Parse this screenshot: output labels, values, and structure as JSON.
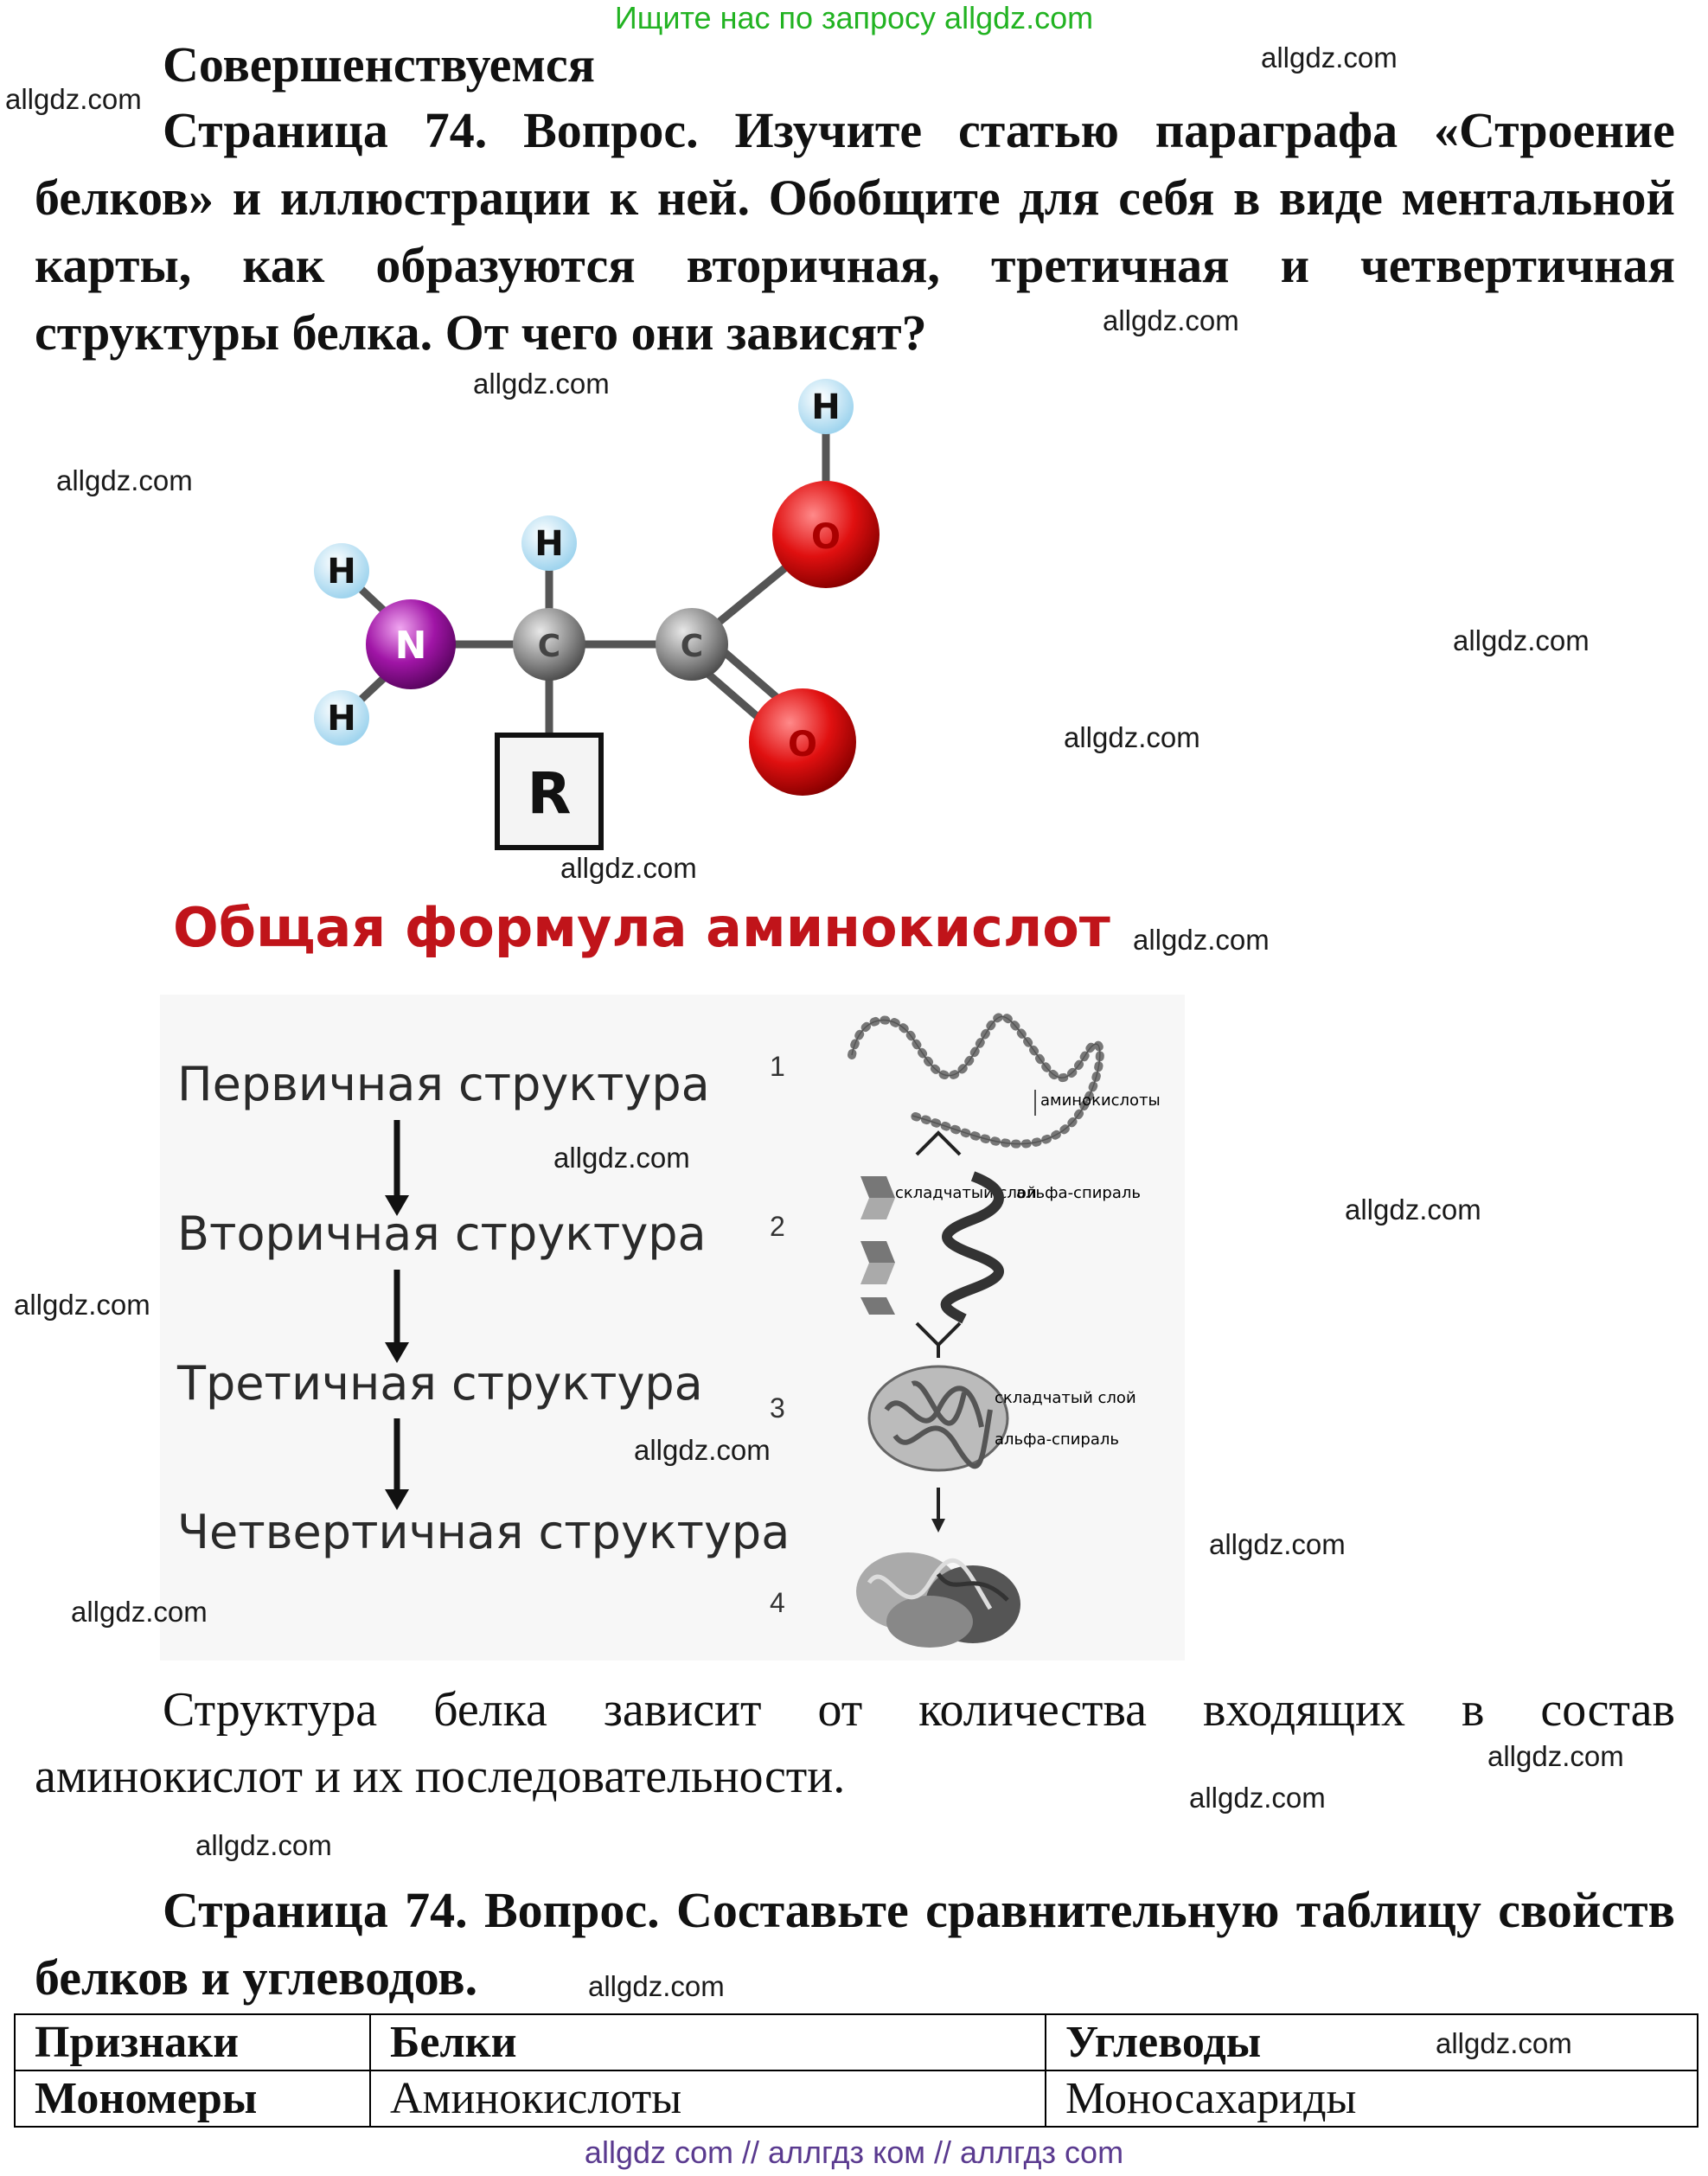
{
  "banner_top": "Ищите нас по запросу allgdz.com",
  "banner_bottom": "allgdz com  //  аллгдз ком  //  аллгдз com",
  "section_title": "Совершенствуемся",
  "question1": {
    "line1": [
      "Страница",
      "74.",
      "Вопрос.",
      "Изучите",
      "статью",
      "параграфа",
      "«Строение"
    ],
    "line2": [
      "белков»",
      "и",
      "иллюстрации",
      "к",
      "ней.",
      "Обобщите",
      "для",
      "себя",
      "в",
      "виде",
      "ментальной"
    ],
    "line3": [
      "карты,",
      "как",
      "образуются",
      "вторичная,",
      "третичная",
      "и",
      "четвертичная"
    ],
    "line4": "структуры белка. От чего они зависят?"
  },
  "amino_figure": {
    "caption": "Общая формула аминокислот",
    "atoms": {
      "h": "H",
      "n": "N",
      "c": "C",
      "o": "O",
      "r": "R"
    }
  },
  "structure_figure": {
    "levels": [
      "Первичная структура",
      "Вторичная структура",
      "Третичная структура",
      "Четвертичная структура"
    ],
    "numbers": [
      "1",
      "2",
      "3",
      "4"
    ],
    "labels": {
      "amino": "аминокислоты",
      "sheet": "складчатый слой",
      "helix": "альфа-спираль",
      "sheet3": "складчатый слой",
      "helix3": "альфа-спираль"
    }
  },
  "answer1": {
    "line1": [
      "Структура",
      "белка",
      "зависит",
      "от",
      "количества",
      "входящих",
      "в",
      "состав"
    ],
    "line2": "аминокислот и их последовательности."
  },
  "question2": {
    "line1": [
      "Страница",
      "74.",
      "Вопрос.",
      "Составьте",
      "сравнительную",
      "таблицу",
      "свойств"
    ],
    "line2": "белков и углеводов."
  },
  "table": {
    "headers": [
      "Признаки",
      "Белки",
      "Углеводы"
    ],
    "rows": [
      [
        "Мономеры",
        "Аминокислоты",
        "Моносахариды"
      ]
    ]
  },
  "watermark": "allgdz.com"
}
